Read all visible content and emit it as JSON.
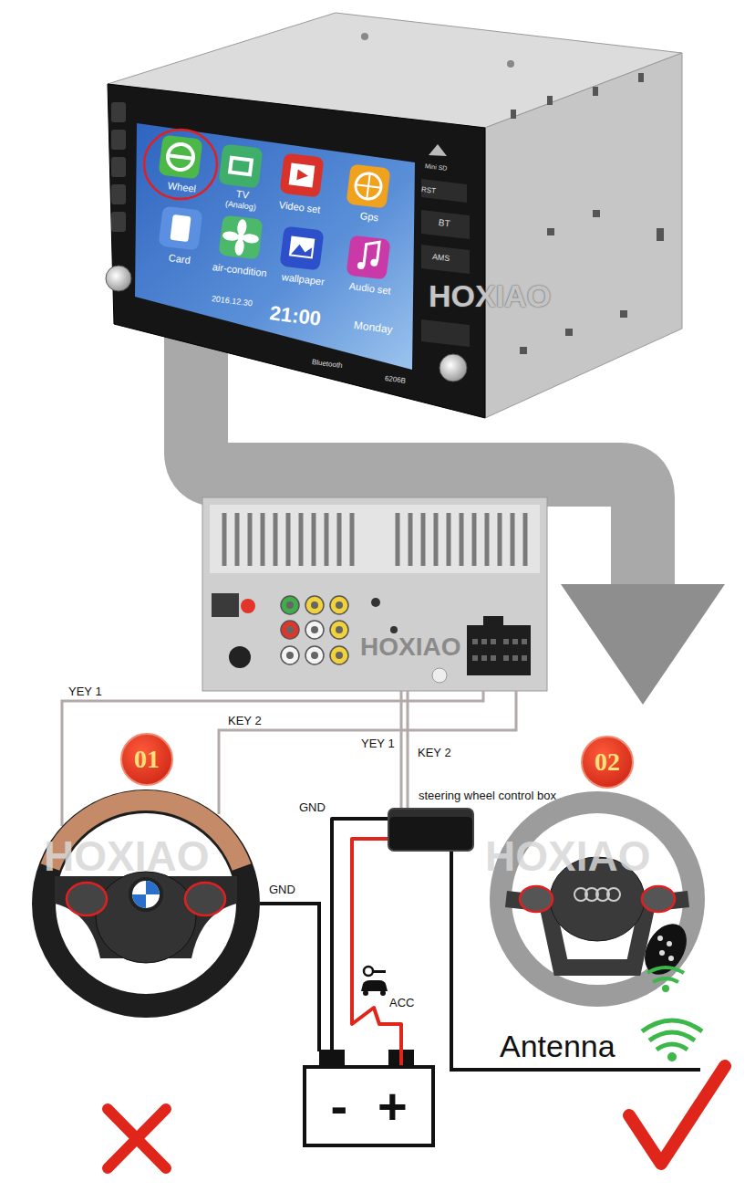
{
  "diagram": {
    "nodes": [
      {
        "text": [
          "01"
        ]
      },
      {
        "text": [
          "02"
        ]
      },
      {
        "text": [
          "steering wheel control box"
        ]
      },
      {
        "text": [
          "-",
          "+"
        ]
      }
    ],
    "edges": [
      {
        "from": 2,
        "to": 3,
        "label": "GND",
        "arrow": "none"
      },
      {
        "from": 2,
        "to": 3,
        "label": "ACC",
        "arrow": "none"
      }
    ],
    "labels": [
      "Wheel",
      "TV",
      "(Analog)",
      "Video set",
      "Gps",
      "Card",
      "air-condition",
      "wallpaper",
      "Audio set",
      "2016.12.30",
      "21:00",
      "Monday",
      "Bluetooth",
      "6206B",
      "Mini SD",
      "RST",
      "BT",
      "AMS",
      "HOXIAO",
      "HOXIAO",
      "YEY 1",
      "KEY 2",
      "YEY 1",
      "KEY 2",
      "GND",
      "HOXIAO",
      "HOXIAO",
      "Antenna"
    ]
  }
}
